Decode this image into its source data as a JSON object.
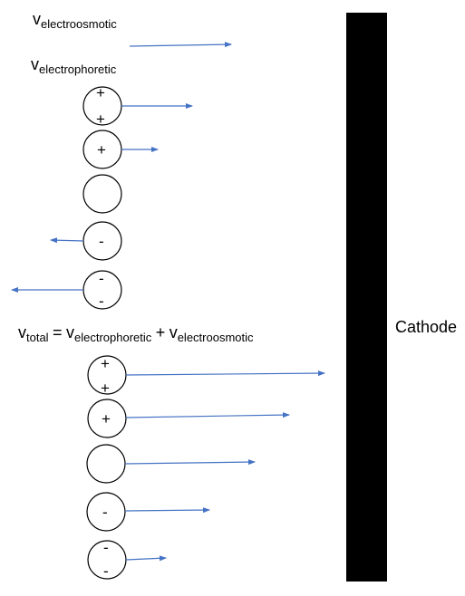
{
  "colors": {
    "arrow": "#4472C4",
    "electrode": "#000000",
    "circle_stroke": "#000000"
  },
  "labels": {
    "v": "v",
    "electroosmotic": "electroosmotic",
    "electrophoretic": "electrophoretic",
    "total": "total",
    "equals": "=",
    "plus": "+",
    "cathode": "Cathode"
  },
  "top_section": {
    "particles": [
      {
        "charge_symbols": [
          "+",
          "+"
        ]
      },
      {
        "charge_symbols": [
          "+"
        ]
      },
      {
        "charge_symbols": []
      },
      {
        "charge_symbols": [
          "-"
        ]
      },
      {
        "charge_symbols": [
          "-",
          "-"
        ]
      }
    ]
  },
  "bottom_section": {
    "particles": [
      {
        "charge_symbols": [
          "+",
          "+"
        ]
      },
      {
        "charge_symbols": [
          "+"
        ]
      },
      {
        "charge_symbols": []
      },
      {
        "charge_symbols": [
          "-"
        ]
      },
      {
        "charge_symbols": [
          "-",
          "-"
        ]
      }
    ]
  }
}
